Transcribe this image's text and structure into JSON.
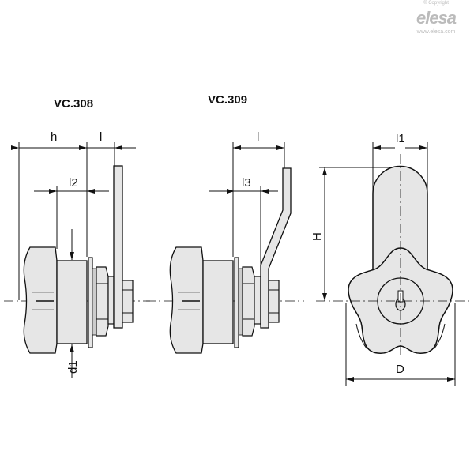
{
  "logo": {
    "copyright": "© Copyright",
    "brand": "elesa",
    "url": "www.elesa.com"
  },
  "views": {
    "left_title": "VC.308",
    "middle_title": "VC.309"
  },
  "dimensions": {
    "h": "h",
    "l": "l",
    "l2": "l2",
    "l3": "l3",
    "d1": "d1",
    "l1": "l1",
    "H": "H",
    "D": "D"
  },
  "colors": {
    "part_fill": "#e6e6e6",
    "line": "#111111",
    "logo": "#bbbbbb"
  }
}
